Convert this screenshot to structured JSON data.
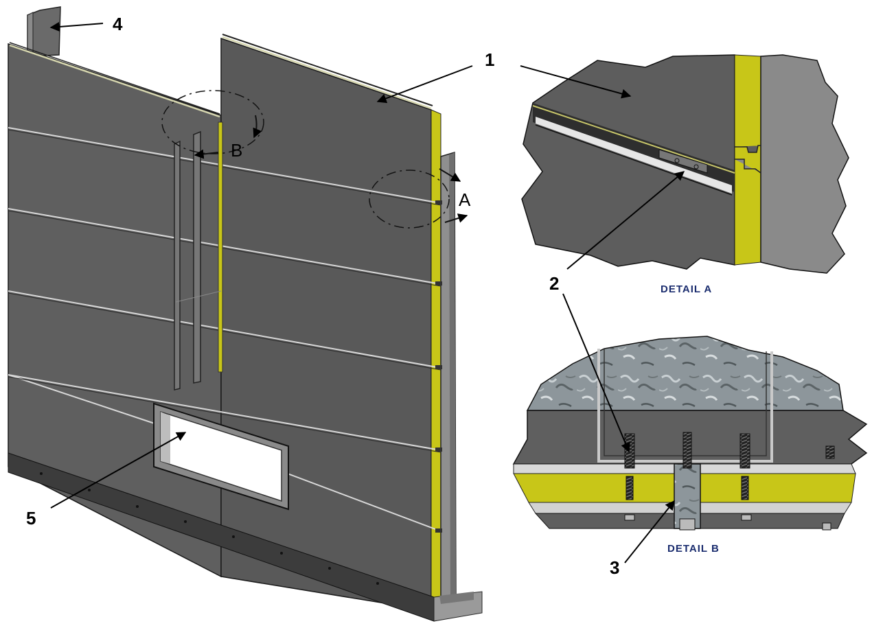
{
  "callouts": [
    "1",
    "2",
    "3",
    "4",
    "5"
  ],
  "detail_markers": {
    "a": "A",
    "b": "B"
  },
  "captions": {
    "detail_a": "DETAIL  A",
    "detail_b": "DETAIL B"
  },
  "colors": {
    "panel": "#5f5f5f",
    "panel_dark": "#4e4e4e",
    "insulation": "#c8c618",
    "base": "#3c3c3c",
    "concrete": "#8d969b",
    "caption": "#1a2c6e"
  }
}
